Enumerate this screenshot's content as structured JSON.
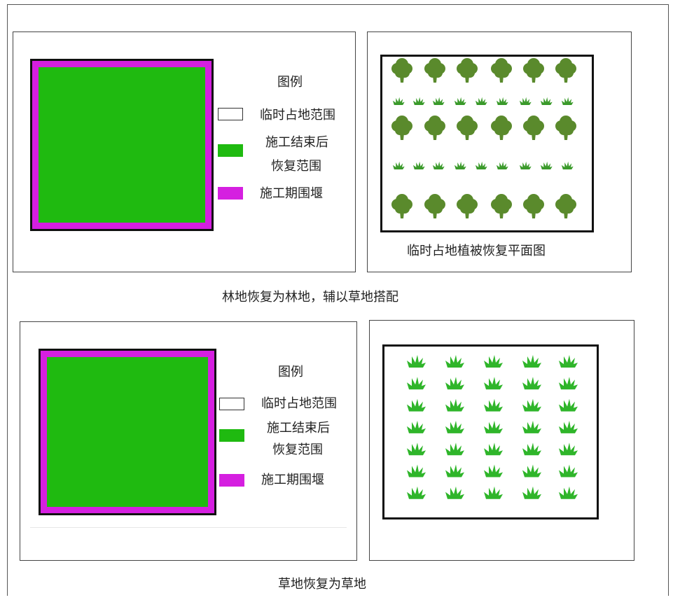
{
  "legend": {
    "title": "图例",
    "items": [
      {
        "label": "临时占地范围",
        "color": "#ffffff"
      },
      {
        "label": "施工结束后",
        "label2": "恢复范围",
        "color": "#1fba10"
      },
      {
        "label": "施工期围堰",
        "color": "#d51fe0"
      }
    ]
  },
  "section1": {
    "plan_caption": "临时占地植被恢复平面图",
    "section_caption": "林地恢复为林地，辅以草地搭配"
  },
  "section2": {
    "section_caption": "草地恢复为草地"
  },
  "colors": {
    "tree": "#5a8a2c",
    "grass1": "#3a9a2a",
    "grass2": "#2fb52a",
    "restore_green": "#1fba10",
    "cofferdam_magenta": "#d51fe0"
  }
}
